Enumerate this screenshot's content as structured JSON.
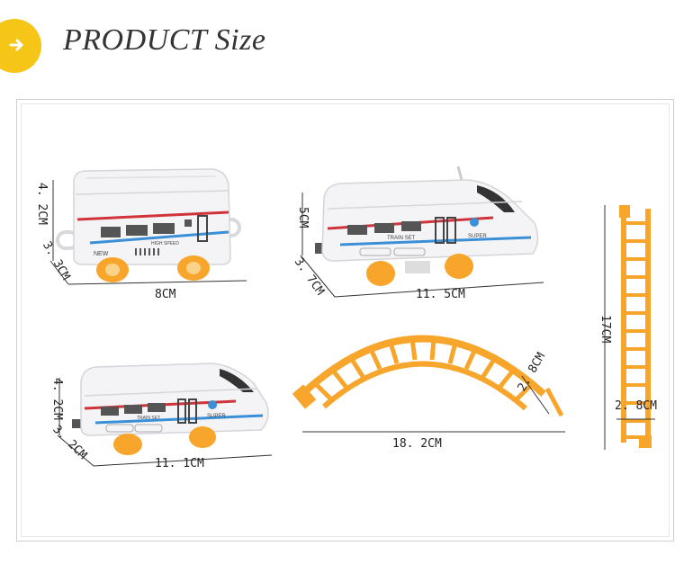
{
  "header": {
    "title": "PRODUCT Size",
    "icon": "arrow-right-icon",
    "accent": "#f5c518"
  },
  "dimensions": {
    "car1_height": "4. 2CM",
    "car1_depth": "3. 3CM",
    "car1_length": "8CM",
    "loco1_height": "5CM",
    "loco1_depth": "3. 7CM",
    "loco1_length": "11. 5CM",
    "loco2_height": "4. 2CM",
    "loco2_depth": "3. 2CM",
    "loco2_length": "11. 1CM",
    "curved_track_length": "18. 2CM",
    "curved_track_width": "2. 8CM",
    "straight_track_length": "17CM",
    "straight_track_width": "2. 8CM"
  },
  "labels": {
    "car1_new": "NEW",
    "car1_brand": "HIGH SPEED",
    "loco1_name": "TRAIN SET",
    "loco1_super": "SUPER",
    "loco2_name": "TRAIN SET",
    "loco2_super": "SUPER"
  },
  "colors": {
    "track": "#f7a52b",
    "wheel": "#f7a52b",
    "body": "#f4f4f6",
    "stripe_red": "#d0343a",
    "stripe_blue": "#3a8fd6"
  }
}
